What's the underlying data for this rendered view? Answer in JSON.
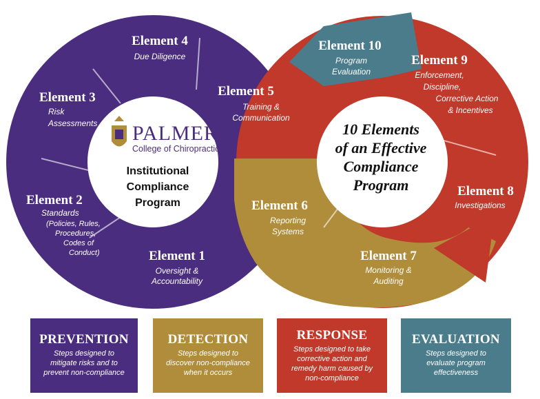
{
  "colors": {
    "prevention": "#4b2d7f",
    "detection": "#b08d3a",
    "response": "#c0392b",
    "evaluation": "#4a7c8c"
  },
  "center_left": {
    "logo_word": "PALMER",
    "logo_sub": "College of Chiropractic",
    "logo_icon": "palmer-crest-icon",
    "title_lines": [
      "Institutional",
      "Compliance",
      "Program"
    ]
  },
  "center_right": {
    "title_lines": [
      "10 Elements",
      "of an Effective",
      "Compliance",
      "Program"
    ]
  },
  "elements": [
    {
      "title": "Element 1",
      "lines": [
        "Oversight &",
        "Accountability"
      ]
    },
    {
      "title": "Element 2",
      "lines": [
        "Standards",
        "(Policies, Rules,",
        "Procedures,",
        "Codes of",
        "Conduct)"
      ]
    },
    {
      "title": "Element 3",
      "lines": [
        "Risk",
        "Assessments"
      ]
    },
    {
      "title": "Element 4",
      "lines": [
        "Due Diligence"
      ]
    },
    {
      "title": "Element 5",
      "lines": [
        "Training &",
        "Communication"
      ]
    },
    {
      "title": "Element 6",
      "lines": [
        "Reporting",
        "Systems"
      ]
    },
    {
      "title": "Element 7",
      "lines": [
        "Monitoring &",
        "Auditing"
      ]
    },
    {
      "title": "Element 8",
      "lines": [
        "Investigations"
      ]
    },
    {
      "title": "Element 9",
      "lines": [
        "Enforcement,",
        "Discipline,",
        "Corrective Action",
        "& Incentives"
      ]
    },
    {
      "title": "Element 10",
      "lines": [
        "Program",
        "Evaluation"
      ]
    }
  ],
  "categories": [
    {
      "title": "PREVENTION",
      "lines": [
        "Steps designed to",
        "mitigate risks and to",
        "prevent non-compliance"
      ]
    },
    {
      "title": "DETECTION",
      "lines": [
        "Steps designed to",
        "discover non-compliance",
        "when it occurs"
      ]
    },
    {
      "title": "RESPONSE",
      "lines": [
        "Steps designed to take",
        "corrective action and",
        "remedy harm caused by",
        "non-compliance"
      ]
    },
    {
      "title": "EVALUATION",
      "lines": [
        "Steps designed to",
        "evaluate program",
        "effectiveness"
      ]
    }
  ]
}
